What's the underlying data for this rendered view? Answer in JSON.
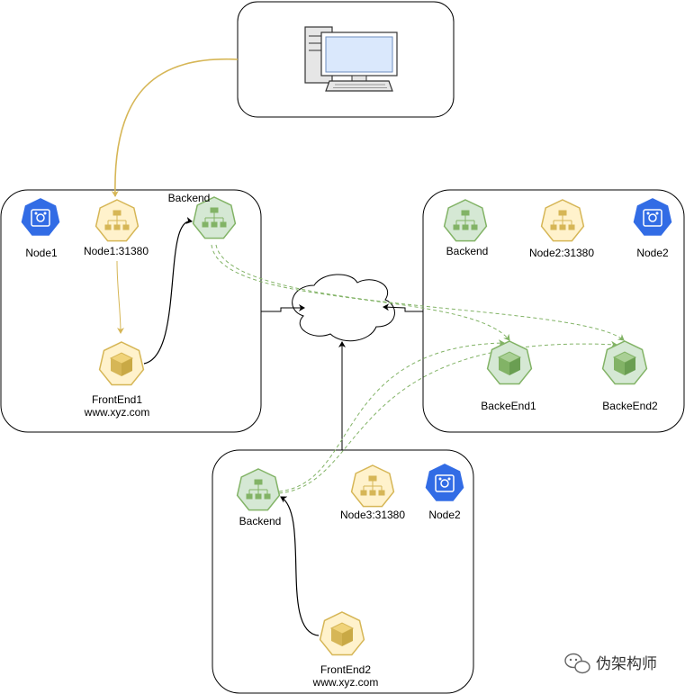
{
  "labels": {
    "node1": "Node1",
    "node1_port": "Node1:31380",
    "node1_backend": "Backend",
    "frontend1_name": "FrontEnd1",
    "frontend1_url": "www.xyz.com",
    "node2_backend": "Backend",
    "node2_port": "Node2:31380",
    "node2": "Node2",
    "backend1": "BackeEnd1",
    "backend2": "BackeEnd2",
    "node3_backend": "Backend",
    "node3_port": "Node3:31380",
    "node3_name": "Node2",
    "frontend2_name": "FrontEnd2",
    "frontend2_url": "www.xyz.com",
    "watermark": "伪架构师"
  },
  "colors": {
    "k8s_blue": "#326ce5",
    "service_yellow_fill": "#fff2cc",
    "service_yellow_stroke": "#d6b656",
    "pod_green_fill": "#d5e8d4",
    "pod_green_stroke": "#82b366",
    "edge_gold": "#d6b656",
    "edge_green": "#82b366",
    "edge_black": "#000000"
  }
}
